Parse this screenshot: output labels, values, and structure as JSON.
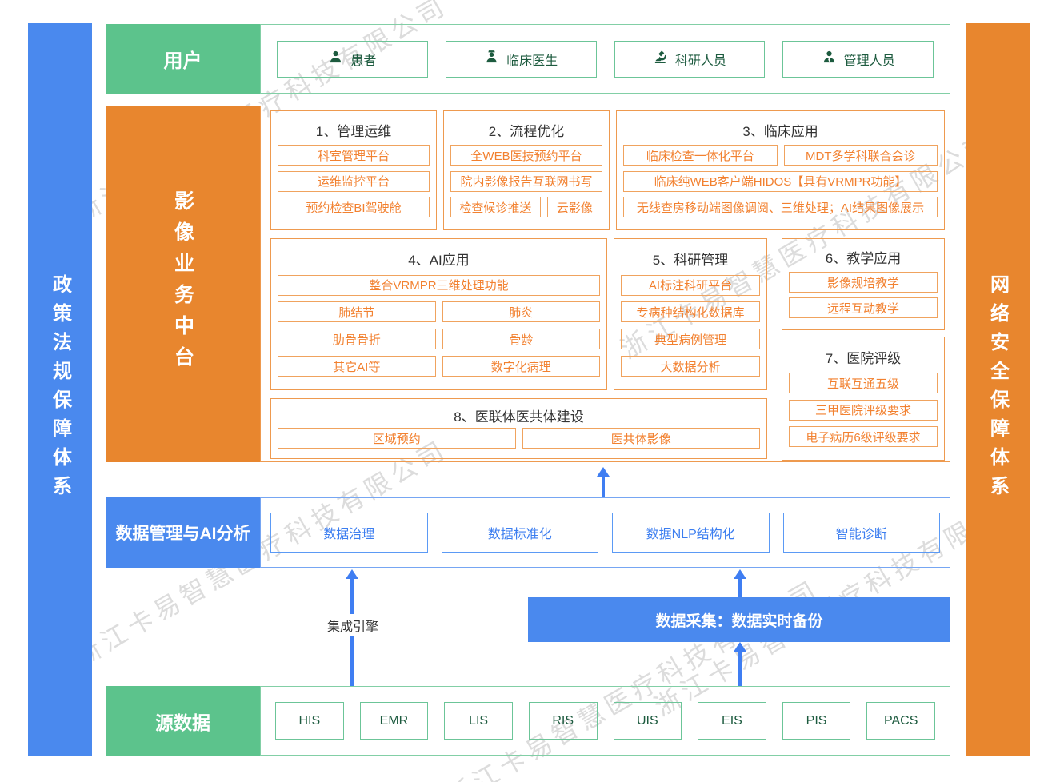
{
  "watermark": {
    "text": "浙江卡易智慧医疗科技有限公司"
  },
  "sidebars": {
    "left": "政策法规保障体系",
    "right": "网络安全保障体系"
  },
  "colors": {
    "green": "#5cc38c",
    "orange": "#e8862e",
    "blue": "#4a89ee",
    "orange_text": "#f28130",
    "blue_text": "#3c7ef0",
    "dark_green_text": "#1d5b3f"
  },
  "users": {
    "label": "用户",
    "items": [
      {
        "icon": "patient-icon",
        "label": "患者"
      },
      {
        "icon": "doctor-icon",
        "label": "临床医生"
      },
      {
        "icon": "microscope-icon",
        "label": "科研人员"
      },
      {
        "icon": "manager-icon",
        "label": "管理人员"
      }
    ]
  },
  "platform": {
    "label": "影像业务中台",
    "sections": [
      {
        "title": "1、管理运维",
        "rows": [
          [
            "科室管理平台"
          ],
          [
            "运维监控平台"
          ],
          [
            "预约检查BI驾驶舱"
          ]
        ]
      },
      {
        "title": "2、流程优化",
        "rows": [
          [
            "全WEB医技预约平台"
          ],
          [
            "院内影像报告互联网书写"
          ],
          [
            "检查候诊推送",
            "云影像"
          ]
        ]
      },
      {
        "title": "3、临床应用",
        "rows": [
          [
            "临床检查一体化平台",
            "MDT多学科联合会诊"
          ],
          [
            "临床纯WEB客户端HIDOS【具有VRMPR功能】"
          ],
          [
            "无线查房移动端图像调阅、三维处理；AI结果图像展示"
          ]
        ]
      },
      {
        "title": "4、AI应用",
        "rows": [
          [
            "整合VRMPR三维处理功能"
          ],
          [
            "肺结节",
            "肺炎"
          ],
          [
            "肋骨骨折",
            "骨龄"
          ],
          [
            "其它AI等",
            "数字化病理"
          ]
        ]
      },
      {
        "title": "5、科研管理",
        "rows": [
          [
            "AI标注科研平台"
          ],
          [
            "专病种结构化数据库"
          ],
          [
            "典型病例管理"
          ],
          [
            "大数据分析"
          ]
        ]
      },
      {
        "title": "6、教学应用",
        "rows": [
          [
            "影像规培教学"
          ],
          [
            "远程互动教学"
          ]
        ]
      },
      {
        "title": "7、医院评级",
        "rows": [
          [
            "互联互通五级"
          ],
          [
            "三甲医院评级要求"
          ],
          [
            "电子病历6级评级要求"
          ]
        ]
      },
      {
        "title": "8、医联体医共体建设",
        "rows": [
          [
            "区域预约",
            "医共体影像"
          ]
        ]
      }
    ]
  },
  "data_mgmt": {
    "label": "数据管理与AI分析",
    "items": [
      "数据治理",
      "数据标准化",
      "数据NLP结构化",
      "智能诊断"
    ]
  },
  "flow": {
    "integration_engine": "集成引擎",
    "data_collection": "数据采集：数据实时备份"
  },
  "source": {
    "label": "源数据",
    "items": [
      "HIS",
      "EMR",
      "LIS",
      "RIS",
      "UIS",
      "EIS",
      "PIS",
      "PACS"
    ]
  }
}
